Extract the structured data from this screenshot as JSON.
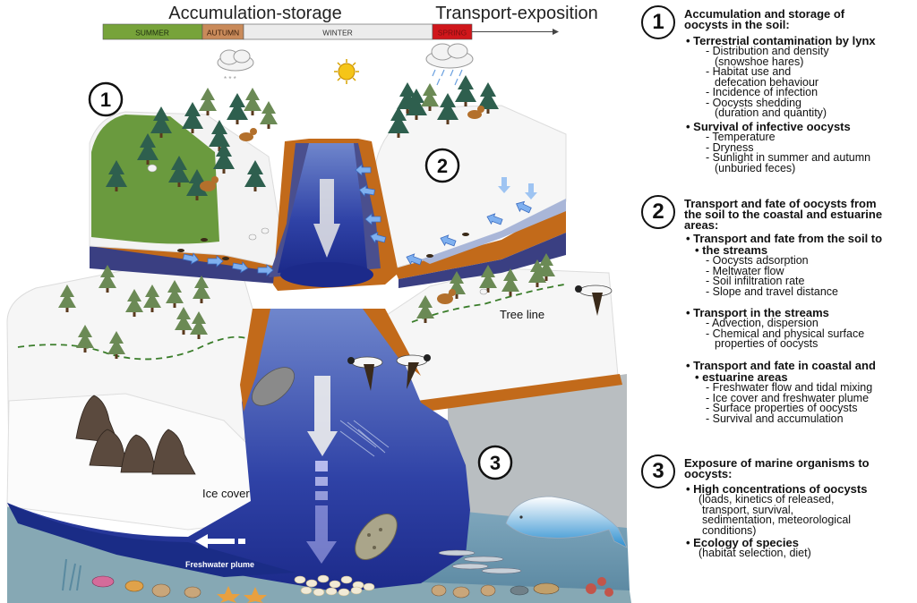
{
  "headers": {
    "left": "Accumulation-storage",
    "right": "Transport-exposition"
  },
  "timeline": {
    "seasons": [
      {
        "label": "SUMMER",
        "color": "#77a33a"
      },
      {
        "label": "AUTUMN",
        "color": "#c98a5a"
      },
      {
        "label": "WINTER",
        "color": "#ececec"
      },
      {
        "label": "SPRING",
        "color": "#d0161b"
      }
    ]
  },
  "scene": {
    "tree_line": "Tree line",
    "ice_cover": "Ice cover",
    "freshwater_plume": "Freshwater plume",
    "badges": [
      "1",
      "2",
      "3"
    ]
  },
  "panel": {
    "s1": {
      "num": "1",
      "title_l1": "Accumulation and storage of",
      "title_l2": "oocysts in the soil:",
      "b1": "Terrestrial contamination by lynx",
      "b1_items": [
        "Distribution and density",
        "(snowshoe hares)",
        "Habitat use and",
        "defecation behaviour",
        "Incidence of infection",
        "Oocysts shedding",
        "(duration and quantity)"
      ],
      "b2": "Survival of infective oocysts",
      "b2_items": [
        "Temperature",
        "Dryness",
        "Sunlight in summer and autumn",
        "(unburied feces)"
      ]
    },
    "s2": {
      "num": "2",
      "title_l1": "Transport and fate of oocysts from",
      "title_l2": "the soil to the coastal and estuarine",
      "title_l3": "areas:",
      "b1_l1": "Transport and fate from the soil to",
      "b1_l2": "the streams",
      "b1_items": [
        "Oocysts adsorption",
        "Meltwater flow",
        "Soil infiltration rate",
        "Slope and travel distance"
      ],
      "b2": "Transport in the streams",
      "b2_items": [
        "Advection, dispersion",
        "Chemical and physical surface",
        "properties of oocysts"
      ],
      "b3_l1": "Transport and fate in coastal and",
      "b3_l2": "estuarine areas",
      "b3_items": [
        "Freshwater flow and tidal mixing",
        "Ice cover and freshwater plume",
        "Surface properties of oocysts",
        "Survival and accumulation"
      ]
    },
    "s3": {
      "num": "3",
      "title_l1": "Exposure of marine organisms to",
      "title_l2": "oocysts:",
      "b1": "High concentrations of oocysts",
      "b1_items": [
        "(loads, kinetics of released,",
        "transport, survival,",
        "sedimentation, meteorological",
        "conditions)"
      ],
      "b2": "Ecology of species",
      "b2_items": [
        "(habitat selection, diet)"
      ]
    }
  }
}
